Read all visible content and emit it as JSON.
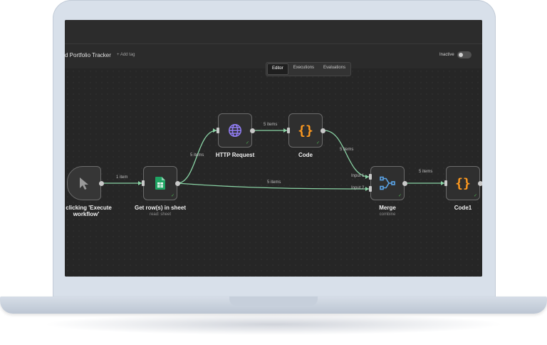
{
  "workflow": {
    "title": "d Portfolio Tracker",
    "add_tag": "+ Add tag",
    "status_label": "Inactive"
  },
  "tabs": [
    {
      "label": "Editor",
      "active": true
    },
    {
      "label": "Executions",
      "active": false
    },
    {
      "label": "Evaluations",
      "active": false
    }
  ],
  "nodes": {
    "trigger": {
      "label_line1": "n clicking 'Execute",
      "label_line2": "workflow'",
      "icon": "cursor-icon"
    },
    "sheets": {
      "label": "Get row(s) in sheet",
      "sub": "read: sheet",
      "icon": "google-sheets-icon"
    },
    "http": {
      "label": "HTTP Request",
      "icon": "globe-icon"
    },
    "code": {
      "label": "Code",
      "icon": "braces-icon"
    },
    "merge": {
      "label": "Merge",
      "sub": "combine",
      "input1": "Input 1",
      "input2": "Input 2",
      "icon": "merge-icon"
    },
    "code1": {
      "label": "Code1",
      "icon": "braces-icon"
    }
  },
  "edges": {
    "trigger_sheets": "1 item",
    "sheets_http": "5 items",
    "http_code": "5 items",
    "code_merge": "5 items",
    "sheets_merge": "5 items",
    "merge_code1": "5 items"
  },
  "colors": {
    "success": "#4caf50",
    "code_orange": "#ff9a1f",
    "globe_purple": "#8f7cf0",
    "sheets_green": "#1fa463",
    "merge_blue": "#5aa3e6"
  }
}
